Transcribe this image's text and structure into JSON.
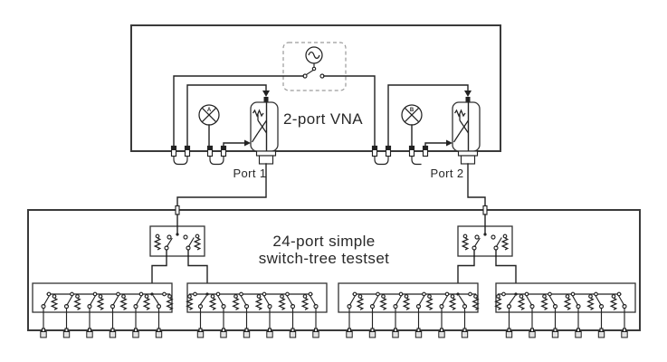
{
  "diagram": {
    "vna": {
      "label": "2-port VNA",
      "port1_label": "Port 1",
      "port2_label": "Port 2",
      "receiver_a_label": "A",
      "receiver_b_label": "B"
    },
    "testset": {
      "label_line1": "24-port simple",
      "label_line2": "switch-tree testset"
    },
    "colors": {
      "line": "#222222",
      "enclosure": "#3a3a3a",
      "dashed_section": "#9a9a9a",
      "text": "#282828",
      "connector_fill": "#e4e4e4",
      "background": "#ffffff"
    }
  }
}
